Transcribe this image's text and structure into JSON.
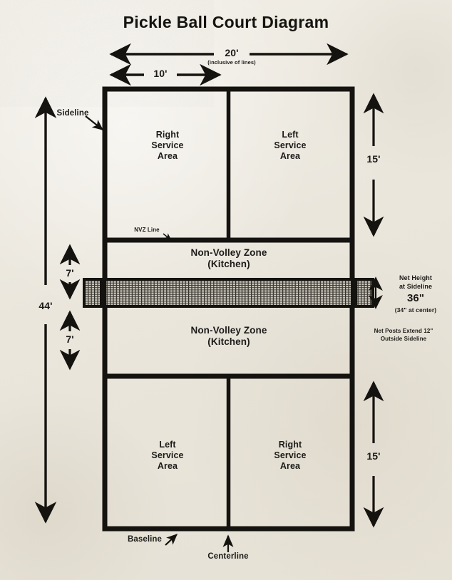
{
  "title": "Pickle Ball Court Diagram",
  "dimensions": {
    "width_total": "20'",
    "width_total_note": "(inclusive of lines)",
    "width_half": "10'",
    "length_total": "44'",
    "service_depth_top": "15'",
    "service_depth_bottom": "15'",
    "nvz_depth_top": "7'",
    "nvz_depth_bottom": "7'"
  },
  "court": {
    "top_left_area": "Right\nService\nArea",
    "top_left_area_lines": [
      "Right",
      "Service",
      "Area"
    ],
    "top_right_area_lines": [
      "Left",
      "Service",
      "Area"
    ],
    "bottom_left_area_lines": [
      "Left",
      "Service",
      "Area"
    ],
    "bottom_right_area_lines": [
      "Right",
      "Service",
      "Area"
    ],
    "nvz_top_lines": [
      "Non-Volley Zone",
      "(Kitchen)"
    ],
    "nvz_bottom_lines": [
      "Non-Volley Zone",
      "(Kitchen)"
    ]
  },
  "callouts": {
    "sideline": "Sideline",
    "nvz_line": "NVZ Line",
    "baseline": "Baseline",
    "centerline": "Centerline"
  },
  "net": {
    "height_line1": "Net Height",
    "height_line2": "at Sideline",
    "height_value": "36\"",
    "height_center_note": "(34\" at center)",
    "posts_line1": "Net Posts Extend 12\"",
    "posts_line2": "Outside Sideline"
  },
  "colors": {
    "paper": "#ece8df",
    "ink": "#15130f",
    "text": "#1c1b19",
    "net_mesh": "#b9b5ab"
  }
}
